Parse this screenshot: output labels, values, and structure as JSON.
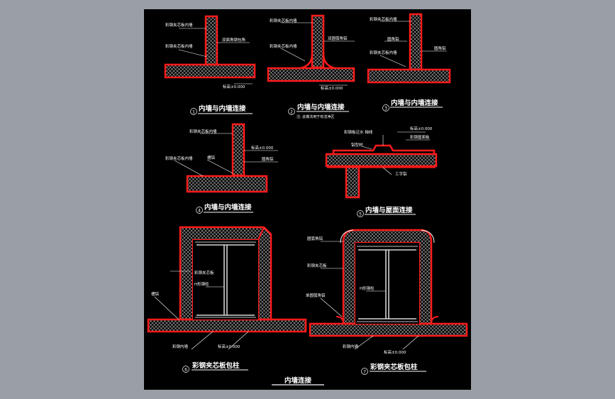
{
  "sheet_title": "内墙连接",
  "colors": {
    "background": "#9a9fa6",
    "drawing": "#000000",
    "panel_outline": "#ff1a1a",
    "label_text": "#ffffff",
    "hatch": "#c0c0c0"
  },
  "details": [
    {
      "number": "1",
      "title": "内墙与内墙连接",
      "labels": [
        "彩钢夹芯板内墙",
        "彩钢夹芯板内墙",
        "双面角钢包角",
        "标高±0.000"
      ]
    },
    {
      "number": "2",
      "title": "内墙与内墙连接",
      "subtitle": "注: 此做法用于有洁净区",
      "labels": [
        "彩钢夹芯板内墙",
        "双圆弧角铝",
        "彩钢夹芯板内墙",
        "标高±0.000"
      ]
    },
    {
      "number": "3",
      "title": "内墙与内墙连接",
      "labels": [
        "彩钢夹芯板内墙",
        "圆角铝",
        "彩钢夹芯板内墙",
        "圆角铝"
      ]
    },
    {
      "number": "4",
      "title": "内墙与内墙连接",
      "labels": [
        "彩钢夹芯板内墙",
        "标高±0.000",
        "彩钢夹芯板内墙",
        "槽铝",
        "圆角铝"
      ]
    },
    {
      "number": "5",
      "title": "内墙与屋面连接",
      "labels": [
        "彩钢板泛水 轴线",
        "标高±0.000",
        "铝型材",
        "彩钢屋面板",
        "工字铝"
      ]
    },
    {
      "number": "6",
      "title": "彩钢夹芯板包柱",
      "labels": [
        "彩钢夹芯板",
        "H形钢柱",
        "槽铝",
        "彩钢内墙",
        "标高±0.000"
      ]
    },
    {
      "number": "7",
      "title": "彩钢夹芯板包柱",
      "labels": [
        "圆弧角铝",
        "彩钢夹芯板",
        "H形钢柱",
        "单圆弧角铝",
        "彩钢内墙",
        "标高±0.000"
      ]
    }
  ]
}
